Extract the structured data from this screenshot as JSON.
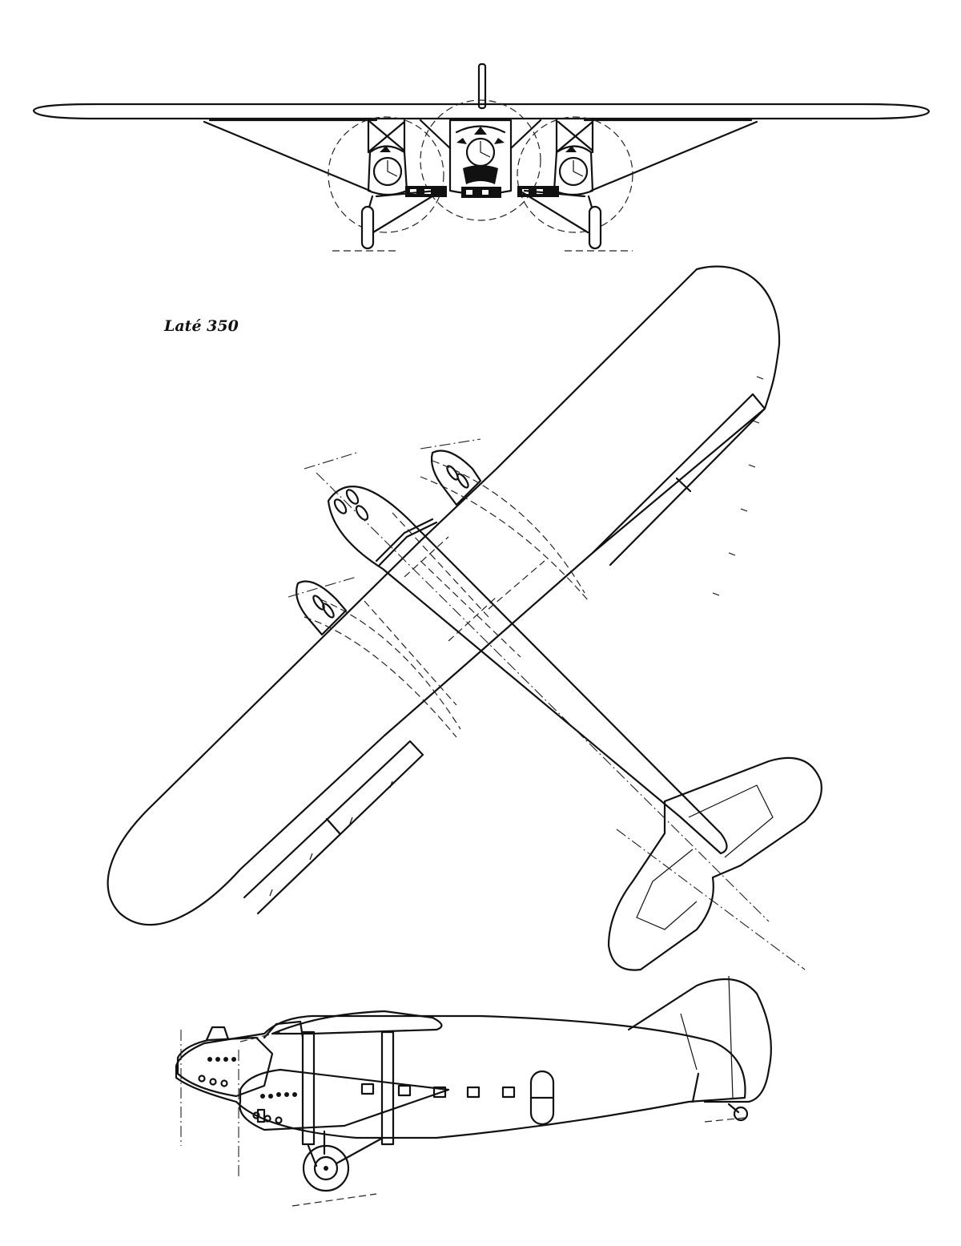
{
  "caption": "Laté 350",
  "views": [
    {
      "name": "front",
      "icon": "front-view-icon"
    },
    {
      "name": "plan",
      "icon": "top-view-icon"
    },
    {
      "name": "side",
      "icon": "side-view-icon"
    }
  ],
  "colors": {
    "ink": "#111111",
    "paper": "#ffffff"
  }
}
